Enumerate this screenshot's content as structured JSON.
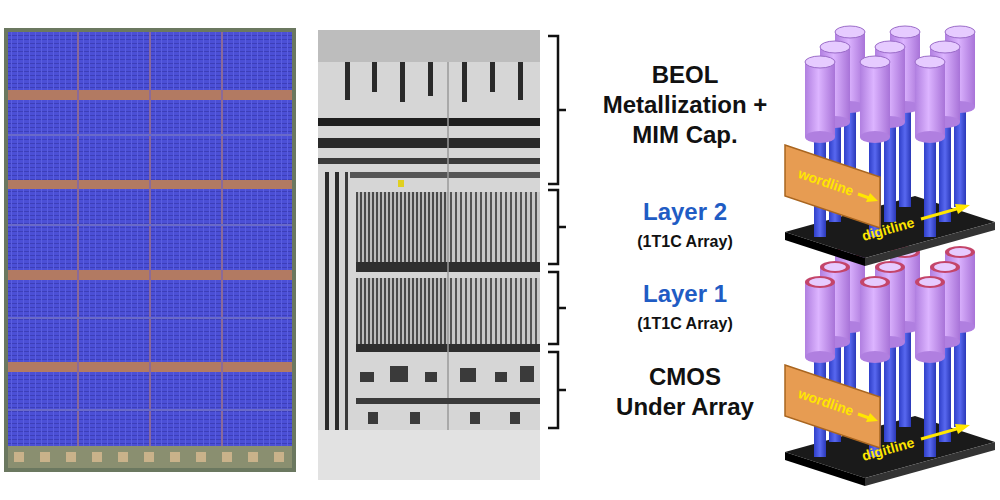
{
  "diagram": {
    "labels": [
      "BEOL Metallization + MIM Cap.",
      "Layer 2",
      "(1T1C Array)",
      "Layer 1",
      "(1T1C Array)",
      "CMOS Under Array",
      "wordline",
      "digitline",
      "wordline",
      "digitline"
    ]
  }
}
